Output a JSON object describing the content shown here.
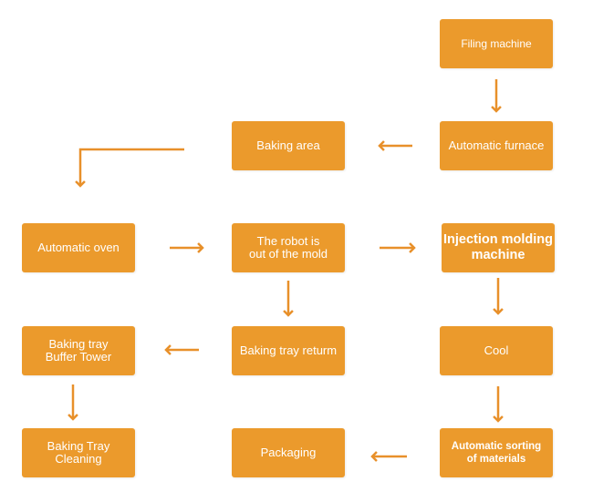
{
  "colors": {
    "box": "#eb9a2c",
    "arrow": "#e8902a",
    "text": "#ffffff"
  },
  "nodes": {
    "filling_machine": "Filing machine",
    "automatic_furnace": "Automatic furnace",
    "baking_area": "Baking area",
    "automatic_oven": "Automatic oven",
    "robot_out_of_mold": "The robot is\nout of the mold",
    "injection_molding_machine": "Injection molding\nmachine",
    "baking_tray_buffer_tower": "Baking tray\nBuffer Tower",
    "baking_tray_return": "Baking tray returm",
    "cool": "Cool",
    "baking_tray_cleaning": "Baking Tray\nCleaning",
    "packaging": "Packaging",
    "automatic_sorting": "Automatic sorting\nof materials"
  }
}
